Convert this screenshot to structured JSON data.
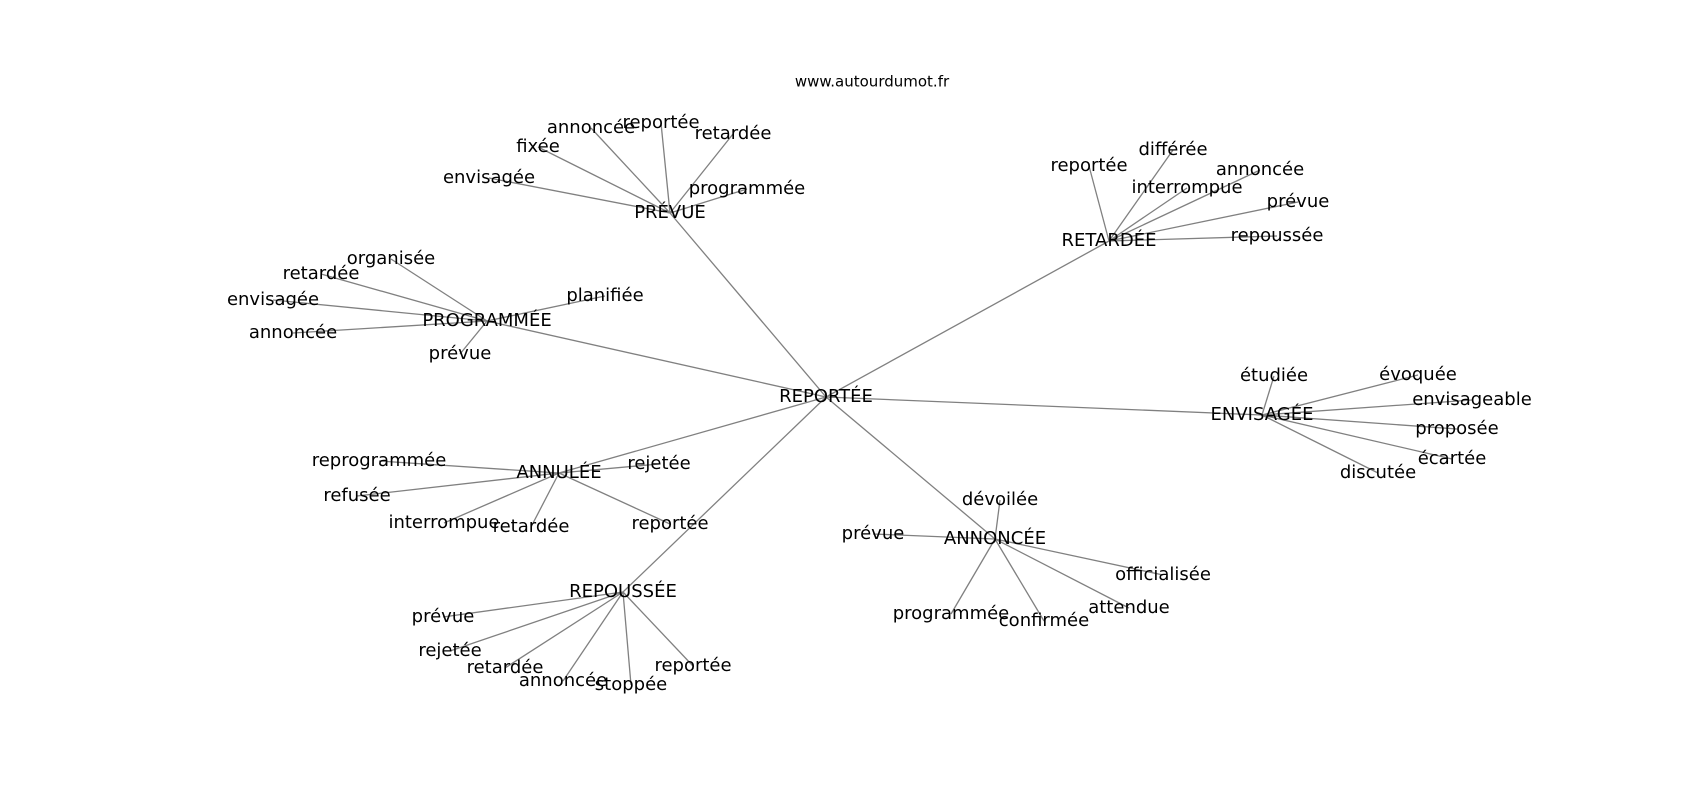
{
  "credit": "www.autourdumot.fr",
  "root": "REPORTÉE",
  "clusters": [
    {
      "hub": "PRÉVUE",
      "leaves": [
        "annoncée",
        "reportée",
        "retardée",
        "fixée",
        "envisagée",
        "programmée"
      ]
    },
    {
      "hub": "RETARDÉE",
      "leaves": [
        "reportée",
        "différée",
        "annoncée",
        "interrompue",
        "prévue",
        "repoussée"
      ]
    },
    {
      "hub": "PROGRAMMÉE",
      "leaves": [
        "organisée",
        "retardée",
        "envisagée",
        "annoncée",
        "prévue",
        "planifiée"
      ]
    },
    {
      "hub": "ENVISAGÉE",
      "leaves": [
        "étudiée",
        "évoquée",
        "envisageable",
        "proposée",
        "écartée",
        "discutée"
      ]
    },
    {
      "hub": "ANNULÉE",
      "leaves": [
        "reprogrammée",
        "refusée",
        "interrompue",
        "retardée",
        "rejetée",
        "reportée"
      ]
    },
    {
      "hub": "ANNONCÉE",
      "leaves": [
        "dévoilée",
        "prévue",
        "officialisée",
        "attendue",
        "confirmée",
        "programmée"
      ]
    },
    {
      "hub": "REPOUSSÉE",
      "leaves": [
        "prévue",
        "rejetée",
        "retardée",
        "annoncée",
        "stoppée",
        "reportée"
      ]
    }
  ]
}
